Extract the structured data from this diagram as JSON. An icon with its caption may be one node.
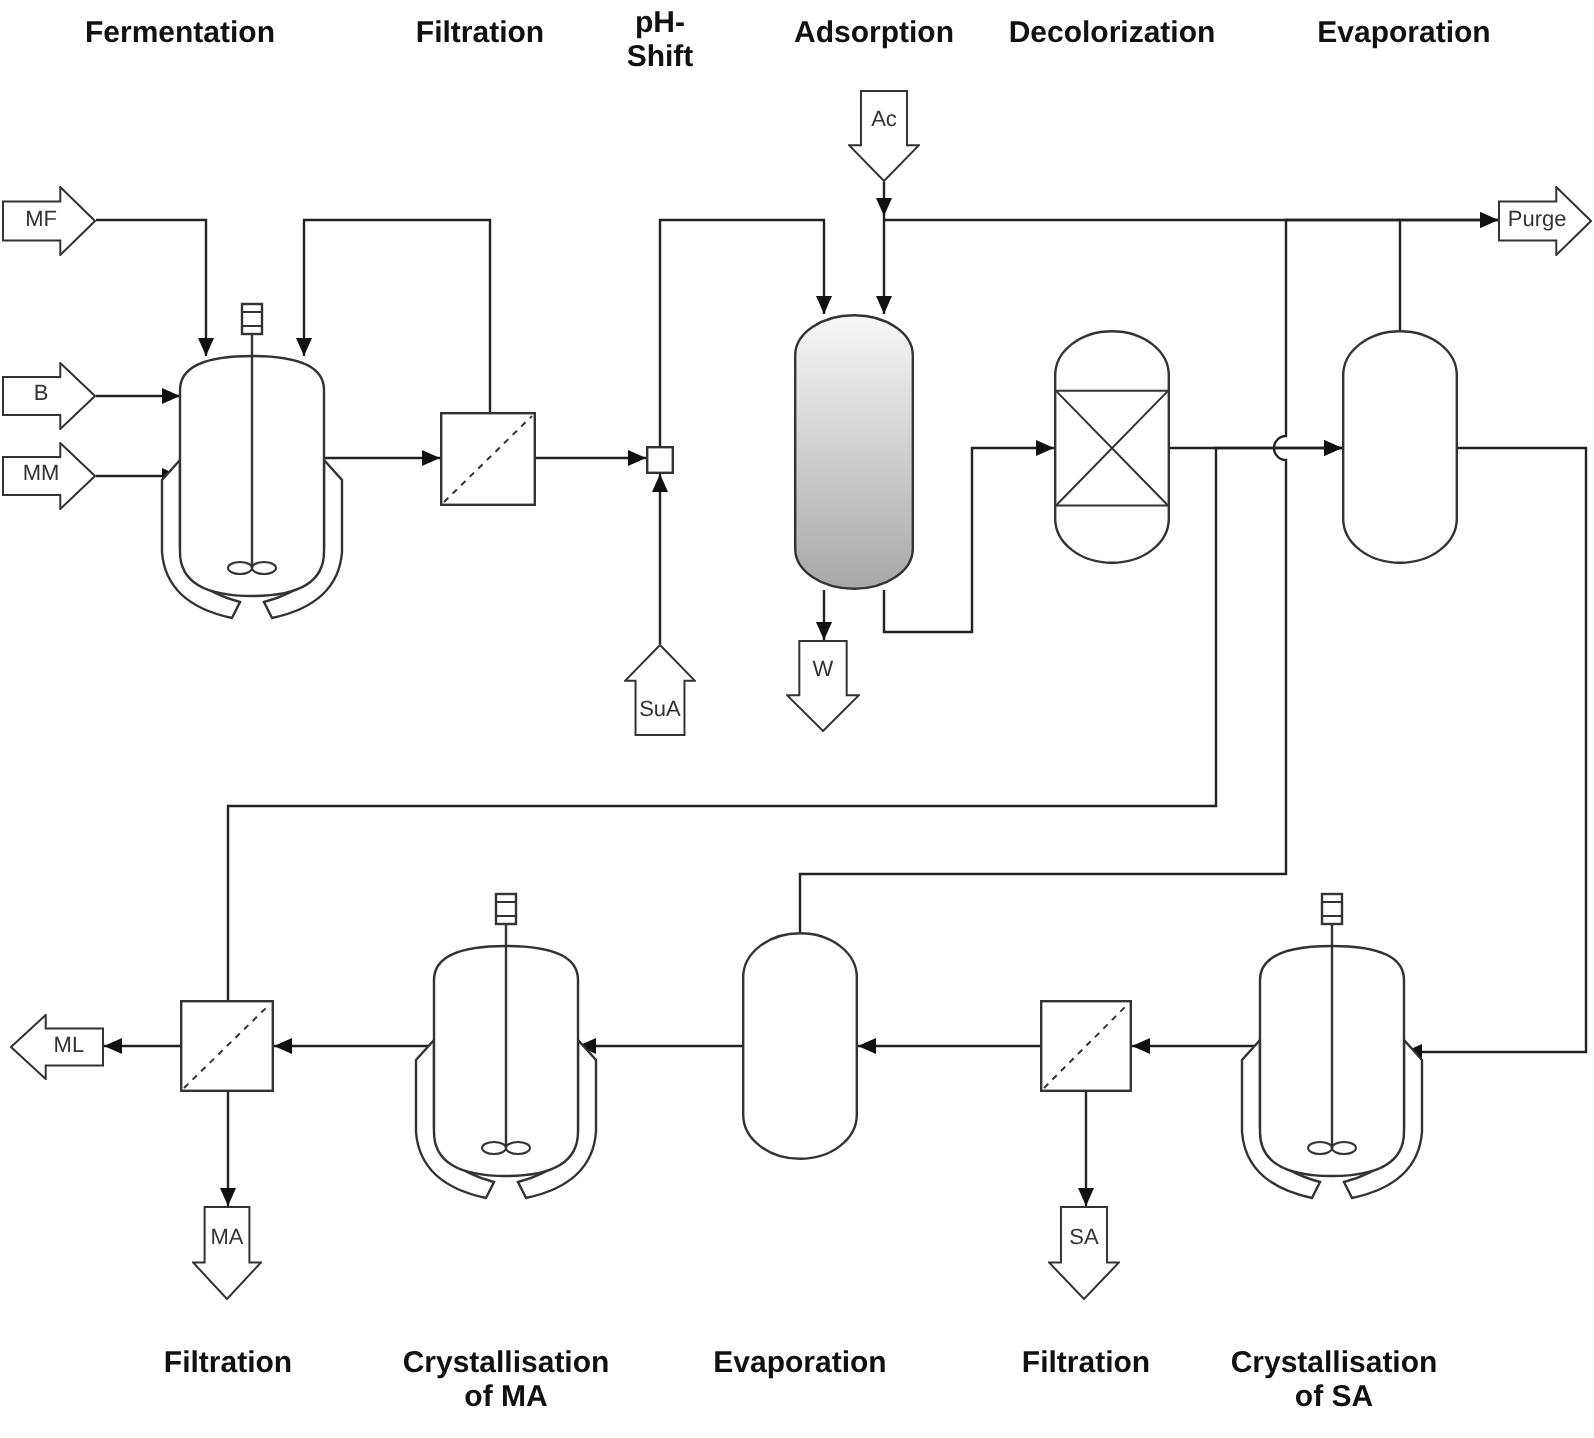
{
  "diagram": {
    "nodes": [
      {
        "text": [
          "MF"
        ]
      },
      {
        "text": [
          "B"
        ]
      },
      {
        "text": [
          "MM"
        ]
      },
      {
        "text": [],
        "shape": "tank"
      },
      {
        "text": [],
        "shape": "box"
      },
      {
        "text": [],
        "shape": "box"
      },
      {
        "text": [
          "SuA"
        ]
      },
      {
        "text": [
          "Ac"
        ]
      },
      {
        "text": [],
        "shape": "vessel"
      },
      {
        "text": [
          "W"
        ]
      },
      {
        "text": [],
        "shape": "vessel"
      },
      {
        "text": [],
        "shape": "vessel"
      },
      {
        "text": [
          "Purge"
        ]
      },
      {
        "text": [],
        "shape": "tank"
      },
      {
        "text": [],
        "shape": "box"
      },
      {
        "text": [
          "SA"
        ]
      },
      {
        "text": [],
        "shape": "vessel"
      },
      {
        "text": [],
        "shape": "tank"
      },
      {
        "text": [],
        "shape": "box"
      },
      {
        "text": [
          "ML"
        ]
      },
      {
        "text": [
          "MA"
        ]
      }
    ],
    "edges": [
      {
        "from": 0,
        "to": 3,
        "arrow": "to"
      },
      {
        "from": 4,
        "to": 3,
        "arrow": "to"
      },
      {
        "from": 1,
        "to": 3,
        "arrow": "to"
      },
      {
        "from": 2,
        "to": 3,
        "arrow": "to"
      },
      {
        "from": 3,
        "to": 4,
        "arrow": "to"
      },
      {
        "from": 4,
        "to": 5,
        "arrow": "to"
      },
      {
        "from": 6,
        "to": 5,
        "arrow": "to"
      },
      {
        "from": 5,
        "to": 8,
        "arrow": "to"
      },
      {
        "from": 7,
        "to": 8,
        "arrow": "to"
      },
      {
        "from": 8,
        "to": 9,
        "arrow": "to"
      },
      {
        "from": 8,
        "to": 10,
        "arrow": "to"
      },
      {
        "from": 10,
        "to": 11,
        "arrow": "to"
      },
      {
        "from": 11,
        "to": 12,
        "arrow": "to"
      },
      {
        "from": 11,
        "to": 13,
        "arrow": "to"
      },
      {
        "from": 13,
        "to": 14,
        "arrow": "to"
      },
      {
        "from": 14,
        "to": 15,
        "arrow": "to"
      },
      {
        "from": 14,
        "to": 16,
        "arrow": "to"
      },
      {
        "from": 16,
        "to": 17,
        "arrow": "to"
      },
      {
        "from": 17,
        "to": 18,
        "arrow": "to"
      },
      {
        "from": 18,
        "to": 19,
        "arrow": "to"
      },
      {
        "from": 18,
        "to": 20,
        "arrow": "to"
      },
      {
        "from": 18,
        "to": 11,
        "arrow": "to"
      },
      {
        "from": 16,
        "to": 12,
        "arrow": "to"
      }
    ],
    "labels": [
      "Fermentation",
      "Filtration",
      "pH- Shift",
      "Adsorption",
      "Decolorization",
      "Evaporation",
      "Filtration",
      "Crystallisation of MA",
      "Evaporation",
      "Filtration",
      "Crystallisation of SA"
    ]
  }
}
